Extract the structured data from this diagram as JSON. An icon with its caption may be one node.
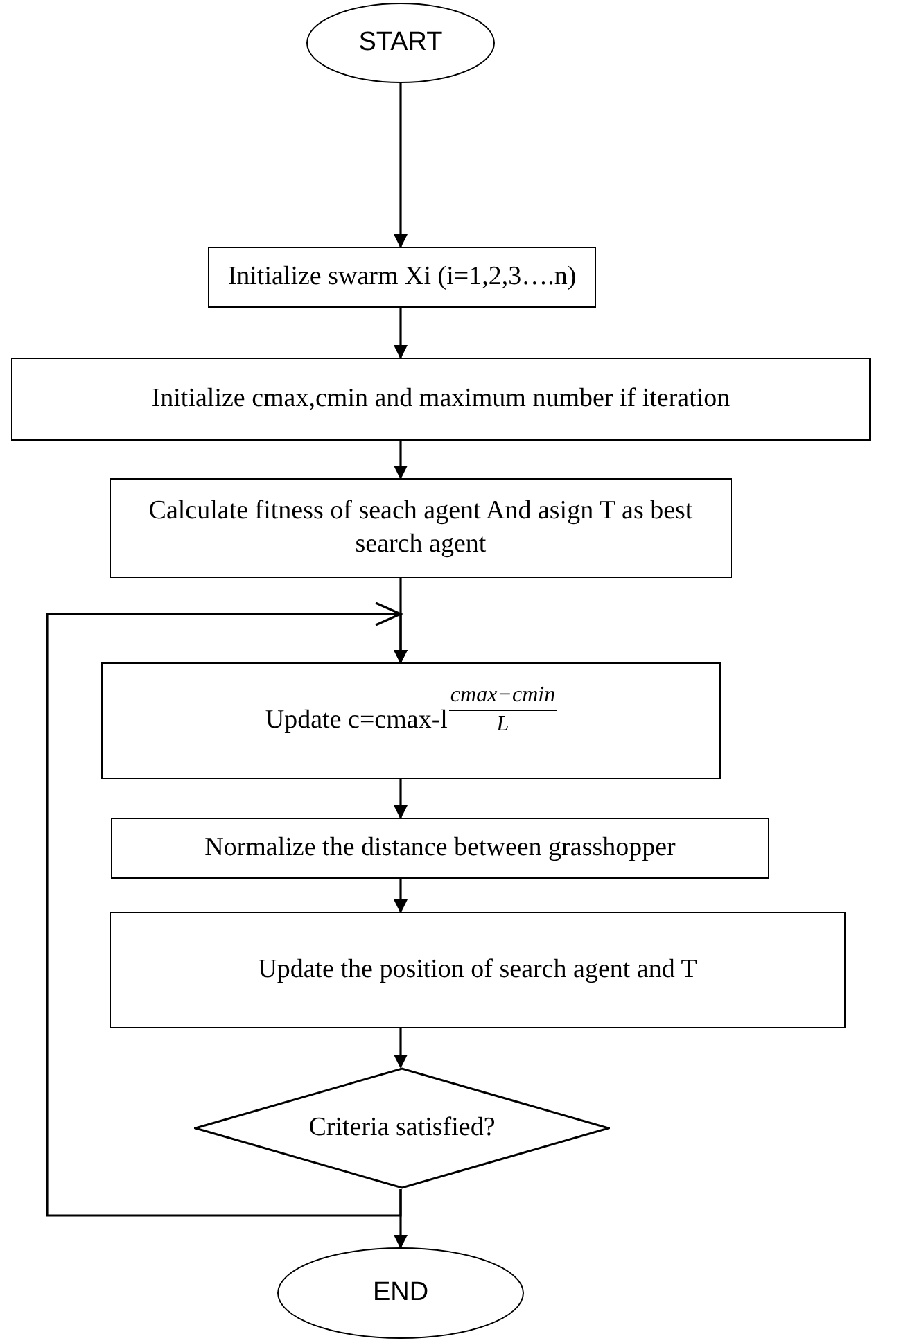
{
  "diagram": {
    "nodes": [
      {
        "text": [
          "START"
        ]
      },
      {
        "text": [
          "Initialize swarm Xi (i=1,2,3….n)"
        ]
      },
      {
        "text": [
          "Initialize cmax,cmin and maximum number if iteration"
        ]
      },
      {
        "text": [
          "Calculate fitness of seach agent And asign T as best search agent"
        ]
      },
      {
        "text": [
          "Update c=cmax-l",
          "cmax−cmin",
          "L"
        ]
      },
      {
        "text": [
          "Normalize the distance between grasshopper"
        ]
      },
      {
        "text": [
          "Update the position of search agent and T"
        ]
      },
      {
        "text": [
          "Criteria satisfied?"
        ]
      },
      {
        "text": [
          "END"
        ]
      }
    ],
    "edges": [
      {
        "from": 0,
        "to": 1,
        "arrow": "to"
      },
      {
        "from": 1,
        "to": 2,
        "arrow": "to"
      },
      {
        "from": 2,
        "to": 3,
        "arrow": "to"
      },
      {
        "from": 3,
        "to": 4,
        "arrow": "to"
      },
      {
        "from": 4,
        "to": 5,
        "arrow": "to"
      },
      {
        "from": 5,
        "to": 6,
        "arrow": "to"
      },
      {
        "from": 6,
        "to": 7,
        "arrow": "to"
      },
      {
        "from": 7,
        "to": 8,
        "arrow": "to"
      },
      {
        "from": 7,
        "to": 4,
        "arrow": "to"
      }
    ]
  }
}
